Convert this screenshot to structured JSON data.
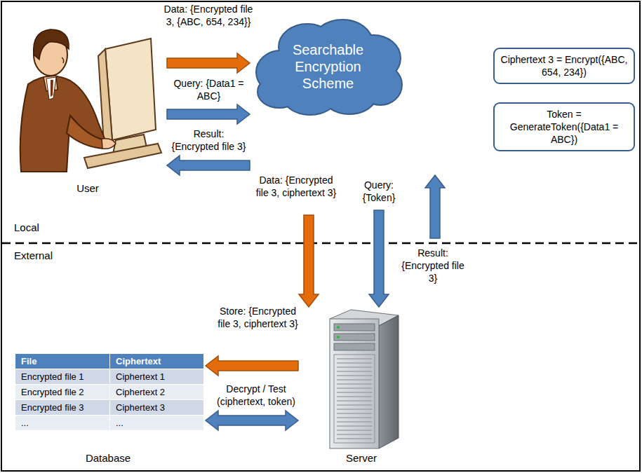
{
  "diagram": {
    "nodes": [
      {
        "text": [
          "User"
        ]
      },
      {
        "text": [
          "Searchable Encryption Scheme"
        ]
      },
      {
        "text": [
          "Ciphertext 3 = Encrypt({ABC, 654, 234})"
        ]
      },
      {
        "text": [
          "Token = GenerateToken({Data1 = ABC})"
        ]
      },
      {
        "text": [
          "Server"
        ]
      },
      {
        "text": [
          "Database"
        ]
      }
    ],
    "edges": [
      {
        "from": 0,
        "to": 1,
        "arrow": "to",
        "label": "Data: {Encrypted file 3, {ABC, 654, 234}}"
      },
      {
        "from": 0,
        "to": 1,
        "arrow": "to",
        "label": "Query: {Data1 = ABC}"
      },
      {
        "from": 1,
        "to": 0,
        "arrow": "to",
        "label": "Result: {Encrypted file 3}"
      },
      {
        "from": 1,
        "to": 4,
        "arrow": "to",
        "label": "Data: {Encrypted file 3, ciphertext 3}"
      },
      {
        "from": 1,
        "to": 4,
        "arrow": "to",
        "label": "Query: {Token}"
      },
      {
        "from": 4,
        "to": 1,
        "arrow": "to",
        "label": "Result: {Encrypted file 3}"
      },
      {
        "from": 4,
        "to": 5,
        "arrow": "to",
        "label": "Store: {Encrypted file 3, ciphertext 3}"
      },
      {
        "from": 4,
        "to": 5,
        "arrow": "both",
        "label": "Decrypt / Test (ciphertext, token)"
      }
    ],
    "labels": [
      "Local",
      "External",
      "File",
      "Ciphertext",
      "Encrypted file 1",
      "Ciphertext 1",
      "Encrypted file 2",
      "Ciphertext 2",
      "Encrypted file 3",
      "Ciphertext 3",
      "...",
      "..."
    ]
  }
}
